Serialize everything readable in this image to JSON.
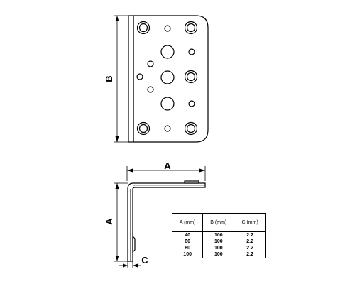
{
  "drawing": {
    "front_view": {
      "dimension_b_label": "B"
    },
    "side_view": {
      "dimension_a_top_label": "A",
      "dimension_a_side_label": "A",
      "dimension_c_label": "C"
    }
  },
  "table": {
    "headers": [
      "A (mm)",
      "B (mm)",
      "C (mm)"
    ],
    "rows": [
      [
        "40",
        "100",
        "2.2"
      ],
      [
        "60",
        "100",
        "2.2"
      ],
      [
        "80",
        "100",
        "2.2"
      ],
      [
        "100",
        "100",
        "2.2"
      ]
    ]
  }
}
